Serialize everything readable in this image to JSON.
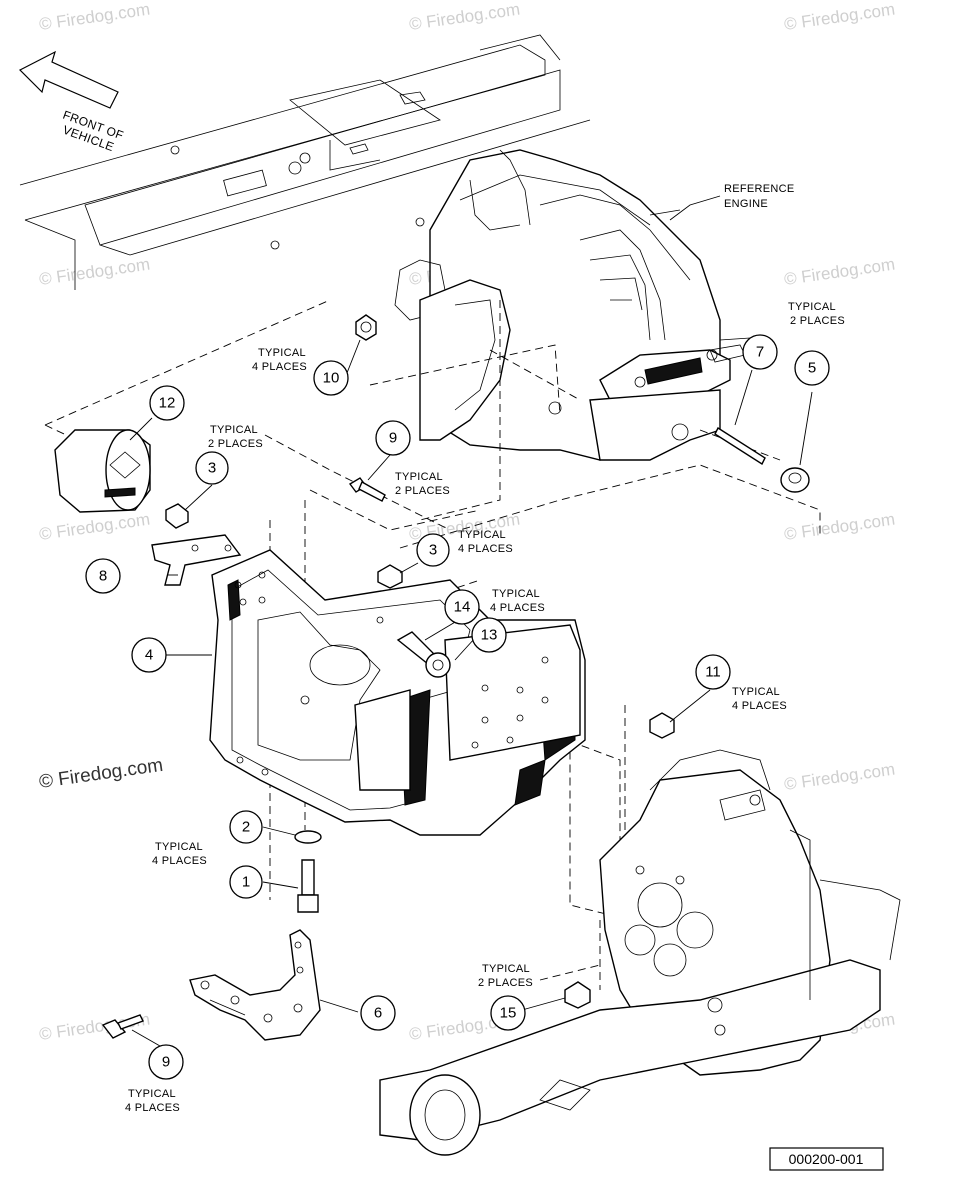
{
  "front_label": [
    "FRONT OF",
    "VEHICLE"
  ],
  "reference_engine": [
    "REFERENCE",
    "ENGINE"
  ],
  "notes": {
    "n10": [
      "TYPICAL",
      "4 PLACES"
    ],
    "n7": [
      "TYPICAL",
      "2 PLACES"
    ],
    "n12": [
      "TYPICAL",
      "2 PLACES"
    ],
    "n9top": [
      "TYPICAL",
      "2 PLACES"
    ],
    "n3": [
      "TYPICAL",
      "4 PLACES"
    ],
    "n14": [
      "TYPICAL",
      "4 PLACES"
    ],
    "n11": [
      "TYPICAL",
      "4 PLACES"
    ],
    "n2": [
      "TYPICAL",
      "4 PLACES"
    ],
    "n15": [
      "TYPICAL",
      "2 PLACES"
    ],
    "n9bot": [
      "TYPICAL",
      "4 PLACES"
    ]
  },
  "callouts": {
    "c1": "1",
    "c2": "2",
    "c3a": "3",
    "c3b": "3",
    "c4": "4",
    "c5": "5",
    "c6": "6",
    "c7": "7",
    "c8": "8",
    "c9a": "9",
    "c9b": "9",
    "c10": "10",
    "c11": "11",
    "c12": "12",
    "c13": "13",
    "c14": "14",
    "c15": "15"
  },
  "watermark": "© Firedog.com",
  "reference_number": "000200-001"
}
